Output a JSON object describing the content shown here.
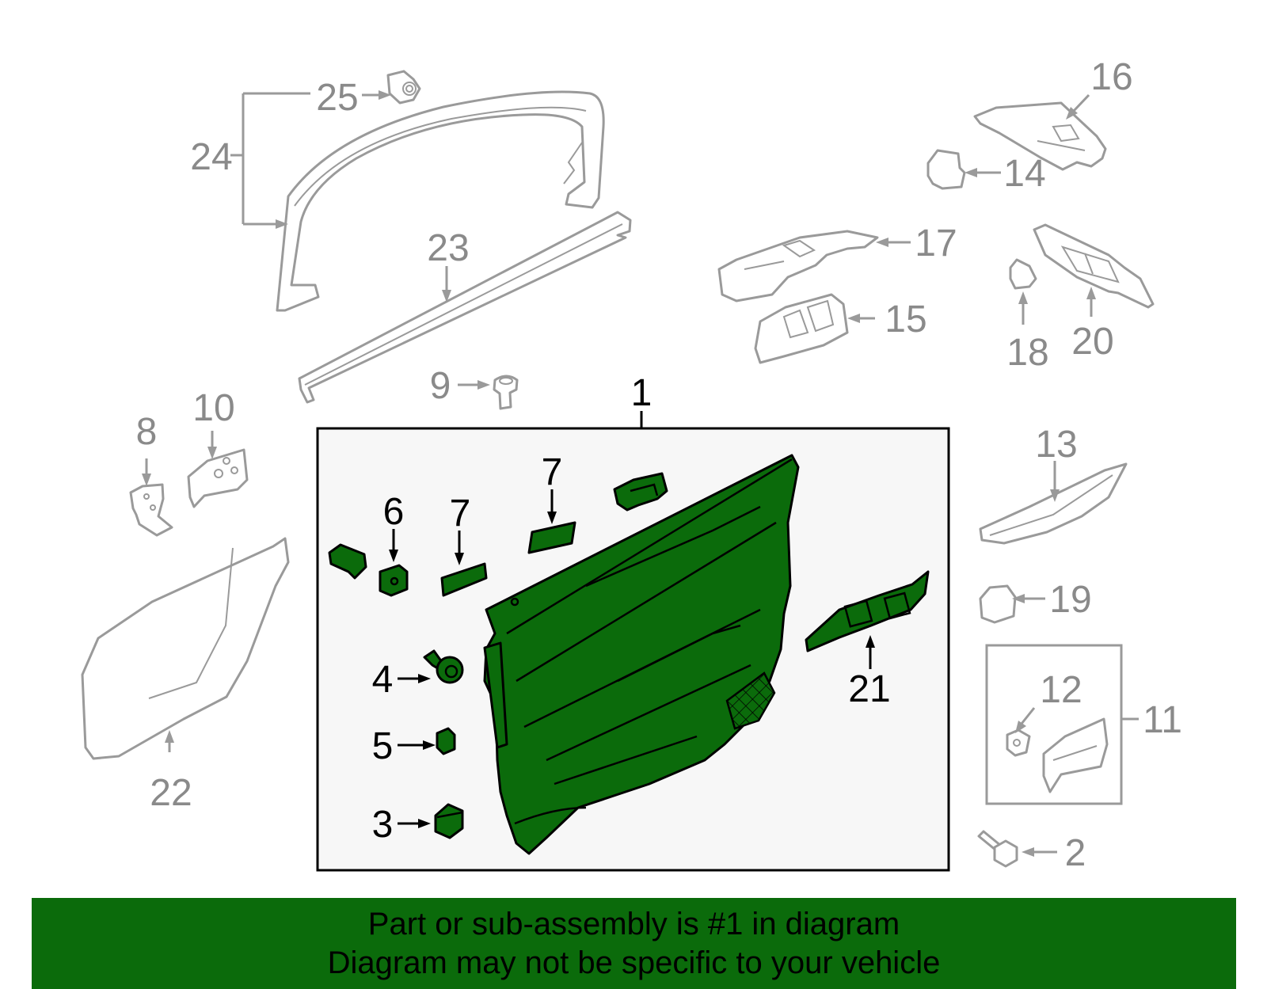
{
  "banner": {
    "line1": "Part or sub-assembly is #1 in diagram",
    "line2": "Diagram may not be specific to your vehicle"
  },
  "callouts": {
    "c1": "1",
    "c2": "2",
    "c3": "3",
    "c4": "4",
    "c5": "5",
    "c6": "6",
    "c7a": "7",
    "c7b": "7",
    "c8": "8",
    "c9": "9",
    "c10": "10",
    "c11": "11",
    "c12": "12",
    "c13": "13",
    "c14": "14",
    "c15": "15",
    "c16": "16",
    "c17": "17",
    "c18": "18",
    "c19": "19",
    "c20": "20",
    "c21": "21",
    "c22": "22",
    "c23": "23",
    "c24": "24",
    "c25": "25"
  },
  "colors": {
    "highlight": "#0b6b0b",
    "callout_inactive": "#8a8a8a",
    "callout_active": "#000000",
    "assembly_box_bg": "#f7f7f7"
  }
}
